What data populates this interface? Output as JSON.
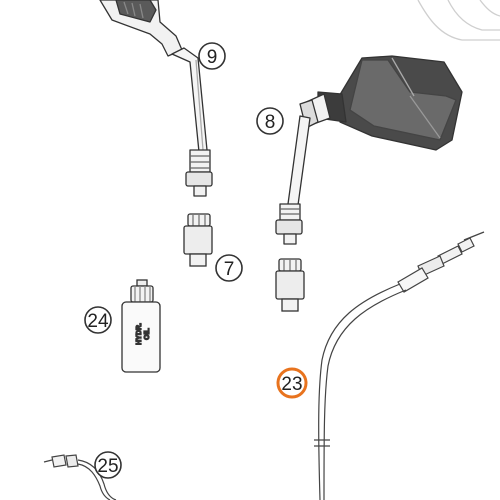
{
  "diagram": {
    "callouts": [
      {
        "id": "9",
        "label": "9",
        "highlighted": false
      },
      {
        "id": "8",
        "label": "8",
        "highlighted": false
      },
      {
        "id": "7",
        "label": "7",
        "highlighted": false
      },
      {
        "id": "24",
        "label": "24",
        "highlighted": false
      },
      {
        "id": "23",
        "label": "23",
        "highlighted": true
      },
      {
        "id": "25",
        "label": "25",
        "highlighted": false
      }
    ],
    "bottle_label": {
      "line1": "HYDR.",
      "line2": "OIL"
    },
    "colors": {
      "highlight": "#e8731e",
      "line": "#333333",
      "fill_light": "#f2f2f2",
      "fill_dark": "#4a4a4a"
    }
  }
}
